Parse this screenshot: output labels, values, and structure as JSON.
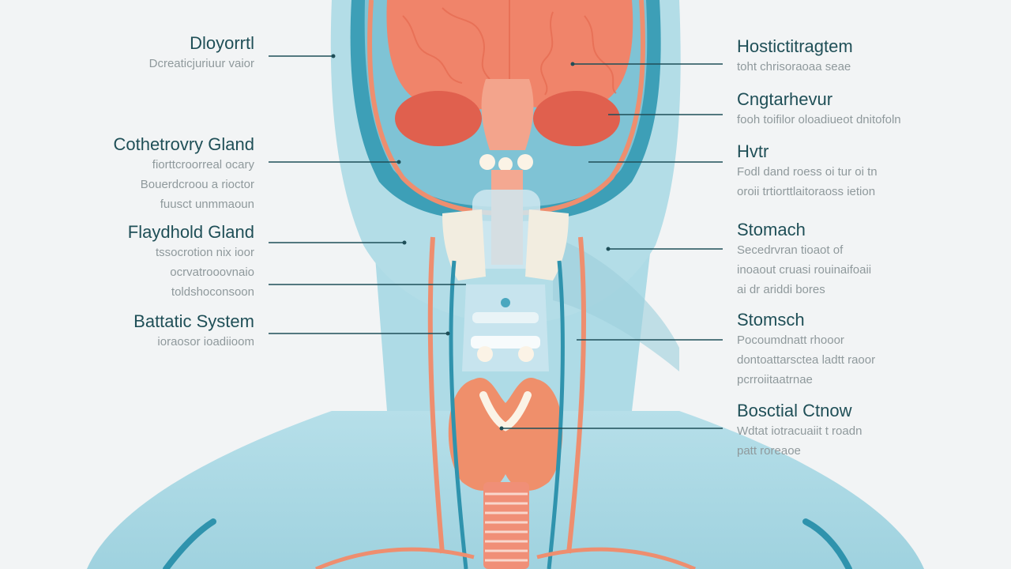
{
  "colors": {
    "background": "#f2f4f5",
    "body_fill": "#a9d8e3",
    "body_outline": "#3a9cb5",
    "vessel": "#ee8e6f",
    "brain": "#f0846a",
    "thyroid": "#ef8f6b",
    "cartilage": "#f2ede0",
    "leader_line": "#1e4e58",
    "title_text": "#1f4f57",
    "desc_text": "#8f999c"
  },
  "labels": {
    "left": [
      {
        "title": "Dloyorrtl",
        "desc": [
          "Dcreaticjuriuur vaior"
        ]
      },
      {
        "title": "Cothetrovry Gland",
        "desc": [
          "fiorttcroorreal ocary",
          "Bouerdcroou a rioctor",
          "fuusct unmmaoun"
        ]
      },
      {
        "title": "Flaydhold Gland",
        "desc": [
          "tssocrotion nix ioor",
          "ocrvatrooovnaio",
          "toldshoconsoon"
        ]
      },
      {
        "title": "Battatic System",
        "desc": [
          "ioraosor ioadiioom"
        ]
      }
    ],
    "right": [
      {
        "title": "Hostictitragtem",
        "desc": [
          "toht chrisoraoaa seae"
        ]
      },
      {
        "title": "Cngtarhevur",
        "desc": [
          "fooh toifilor oloadiueot dnitofoln"
        ]
      },
      {
        "title": "Hvtr",
        "desc": [
          "Fodl dand roess oi tur oi tn",
          "oroii trtiorttlaitoraoss ietion"
        ]
      },
      {
        "title": "Stomach",
        "desc": [
          "Secedrvran tioaot of",
          "inoaout cruasi rouinaifoaii",
          "ai dr ariddi bores"
        ]
      },
      {
        "title": "Stomsch",
        "desc": [
          "Pocoumdnatt rhooor",
          "dontoattarsctea ladtt raoor",
          "pcrroiitaatrnae"
        ]
      },
      {
        "title": "Bosctial Ctnow",
        "desc": [
          "Wdtat iotracuaiit t roadn",
          "patt roreaoe"
        ]
      }
    ]
  }
}
